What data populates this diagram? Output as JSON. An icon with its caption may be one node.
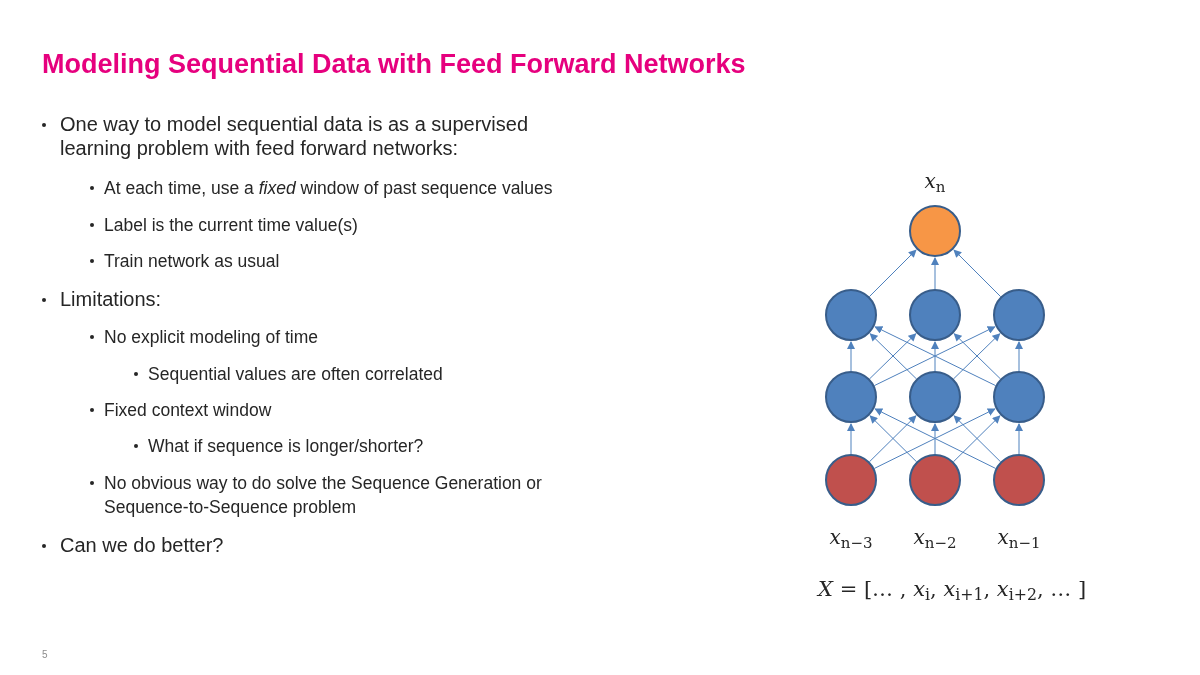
{
  "diagram": {
    "title": "Modeling Sequential Data with Feed Forward Networks",
    "nodes": [
      {
        "text": [],
        "shape": "circle",
        "beside": [
          "*x*$_{n}$"
        ]
      },
      {
        "text": [],
        "shape": "circle"
      },
      {
        "text": [],
        "shape": "circle"
      },
      {
        "text": [],
        "shape": "circle"
      },
      {
        "text": [],
        "shape": "circle"
      },
      {
        "text": [],
        "shape": "circle"
      },
      {
        "text": [],
        "shape": "circle"
      },
      {
        "text": [],
        "shape": "circle",
        "beside": [
          "*x*$_{n−3}$"
        ]
      },
      {
        "text": [],
        "shape": "circle",
        "beside": [
          "*x*$_{n−2}$"
        ]
      },
      {
        "text": [],
        "shape": "circle",
        "beside": [
          "*x*$_{n−1}$"
        ]
      }
    ],
    "edges": [
      {
        "from": 7,
        "to": 4,
        "arrow": "to"
      },
      {
        "from": 7,
        "to": 5,
        "arrow": "to"
      },
      {
        "from": 7,
        "to": 6,
        "arrow": "to"
      },
      {
        "from": 8,
        "to": 4,
        "arrow": "to"
      },
      {
        "from": 8,
        "to": 5,
        "arrow": "to"
      },
      {
        "from": 8,
        "to": 6,
        "arrow": "to"
      },
      {
        "from": 9,
        "to": 4,
        "arrow": "to"
      },
      {
        "from": 9,
        "to": 5,
        "arrow": "to"
      },
      {
        "from": 9,
        "to": 6,
        "arrow": "to"
      },
      {
        "from": 4,
        "to": 1,
        "arrow": "to"
      },
      {
        "from": 4,
        "to": 2,
        "arrow": "to"
      },
      {
        "from": 4,
        "to": 3,
        "arrow": "to"
      },
      {
        "from": 5,
        "to": 1,
        "arrow": "to"
      },
      {
        "from": 5,
        "to": 2,
        "arrow": "to"
      },
      {
        "from": 5,
        "to": 3,
        "arrow": "to"
      },
      {
        "from": 6,
        "to": 1,
        "arrow": "to"
      },
      {
        "from": 6,
        "to": 2,
        "arrow": "to"
      },
      {
        "from": 6,
        "to": 3,
        "arrow": "to"
      },
      {
        "from": 1,
        "to": 0,
        "arrow": "to"
      },
      {
        "from": 2,
        "to": 0,
        "arrow": "to"
      },
      {
        "from": 3,
        "to": 0,
        "arrow": "to"
      }
    ],
    "labels": [
      "One way to model sequential data is as a supervised learning problem with feed forward networks:",
      "At each time, use a *fixed* window of past sequence values",
      "Label is the current time value(s)",
      "Train network as usual",
      "Limitations:",
      "No explicit modeling of time",
      "Sequential values are often correlated",
      "Fixed context window",
      "What if sequence is longer/shorter?",
      "No obvious way to do solve the Sequence Generation or Sequence-to-Sequence problem",
      "Can we do better?",
      "*X* = [… , *x*$_{i}$, *x*$_{i+1}$, *x*$_{i+2}$, … ]",
      "5"
    ]
  }
}
